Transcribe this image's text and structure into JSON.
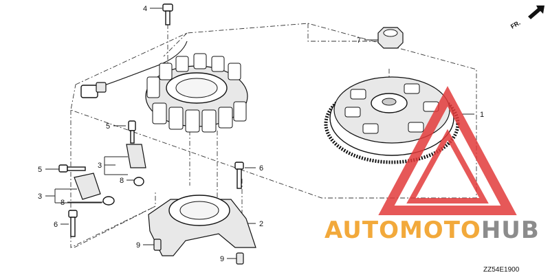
{
  "diagram": {
    "callouts": {
      "c1": "1",
      "c2": "2",
      "c3a": "3",
      "c3b": "3",
      "c4": "4",
      "c5a": "5",
      "c5b": "5",
      "c6a": "6",
      "c6b": "6",
      "c7": "7",
      "c8a": "8",
      "c8b": "8",
      "c9a": "9",
      "c9b": "9"
    },
    "direction_label": "FR.",
    "drawing_code": "ZZ54E1900"
  },
  "watermark": {
    "text_a": "AUTOMOTO",
    "text_b": "HUB",
    "color_a": "#f2a93b",
    "color_b": "#8c8c8c",
    "triangle_color": "#e23b3b"
  }
}
